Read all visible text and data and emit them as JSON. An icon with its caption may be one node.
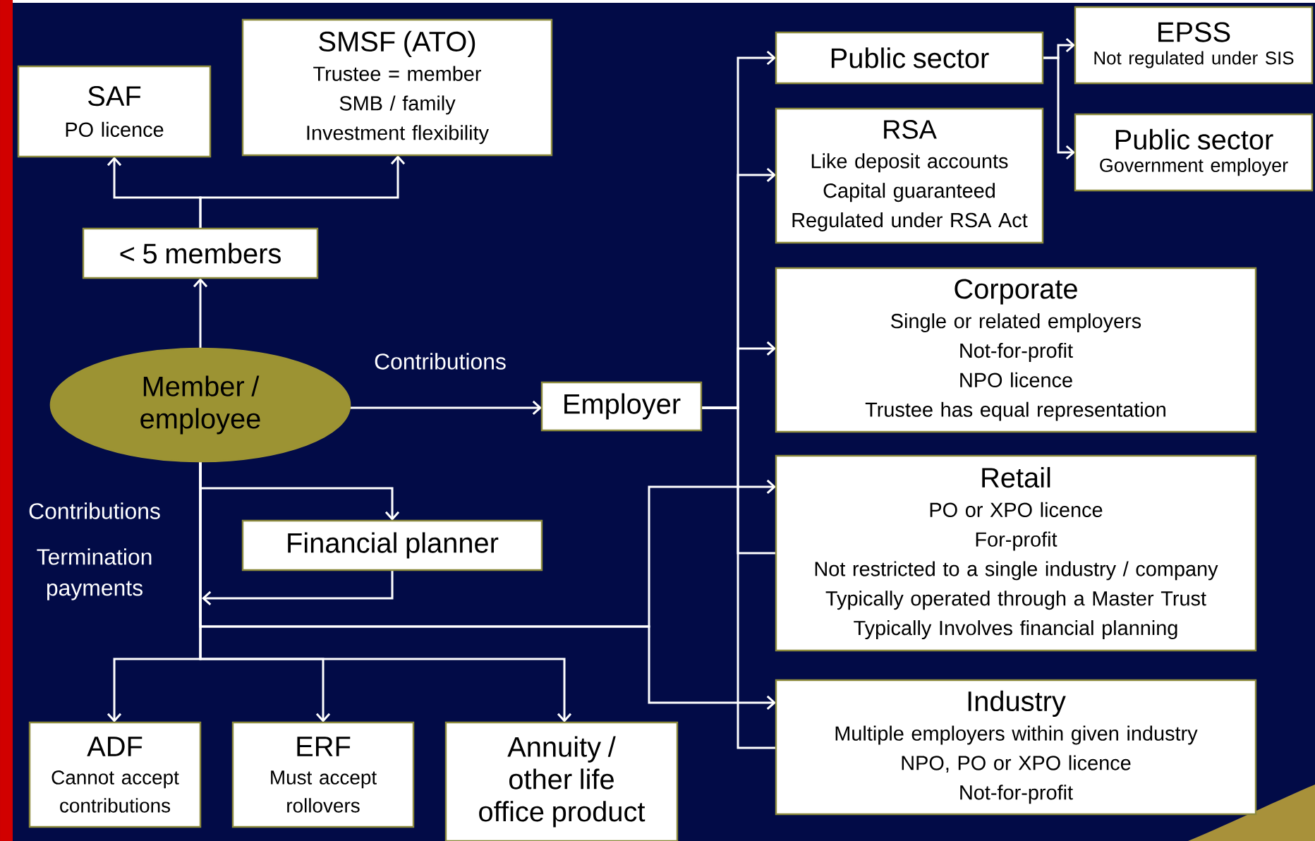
{
  "diagram": {
    "nodes": [
      {
        "text": [
          "SAF",
          "PO licence"
        ]
      },
      {
        "text": [
          "SMSF (ATO)",
          "Trustee = member",
          "SMB / family",
          "Investment flexibility"
        ]
      },
      {
        "text": [
          "< 5 members"
        ]
      },
      {
        "text": [
          "Member / employee"
        ]
      },
      {
        "text": [
          "Employer"
        ]
      },
      {
        "text": [
          "Public sector"
        ]
      },
      {
        "text": [
          "EPSS",
          "Not regulated under SIS"
        ]
      },
      {
        "text": [
          "Public sector",
          "Government employer"
        ]
      },
      {
        "text": [
          "RSA",
          "Like deposit accounts",
          "Capital guaranteed",
          "Regulated under RSA Act"
        ]
      },
      {
        "text": [
          "Corporate",
          "Single or related employers",
          "Not-for-profit",
          "NPO licence",
          "Trustee has equal representation"
        ]
      },
      {
        "text": [
          "Retail",
          "PO or XPO licence",
          "For-profit",
          "Not restricted to a single industry / company",
          "Typically operated through a Master Trust",
          "Typically Involves financial planning"
        ]
      },
      {
        "text": [
          "Industry",
          "Multiple employers within given industry",
          "NPO, PO or XPO licence",
          "Not-for-profit"
        ]
      },
      {
        "text": [
          "Financial planner"
        ]
      },
      {
        "text": [
          "ADF",
          "Cannot accept contributions"
        ]
      },
      {
        "text": [
          "ERF",
          "Must accept rollovers"
        ]
      },
      {
        "text": [
          "Annuity / other life office product"
        ]
      }
    ],
    "edges": [
      {
        "from": 3,
        "to": 2,
        "arrow": "to"
      },
      {
        "from": 2,
        "to": 0,
        "arrow": "to"
      },
      {
        "from": 2,
        "to": 1,
        "arrow": "to"
      },
      {
        "from": 3,
        "to": 4,
        "arrow": "to",
        "label": "Contributions"
      },
      {
        "from": 4,
        "to": 5,
        "arrow": "to"
      },
      {
        "from": 4,
        "to": 8,
        "arrow": "to"
      },
      {
        "from": 4,
        "to": 9,
        "arrow": "to"
      },
      {
        "from": 4,
        "to": 10,
        "arrow": "none"
      },
      {
        "from": 4,
        "to": 11,
        "arrow": "none"
      },
      {
        "from": 5,
        "to": 6,
        "arrow": "to"
      },
      {
        "from": 5,
        "to": 7,
        "arrow": "to"
      },
      {
        "from": 3,
        "to": 12,
        "arrow": "to"
      },
      {
        "from": 12,
        "to": null,
        "arrow": "to"
      },
      {
        "from": 3,
        "to": 10,
        "arrow": "to"
      },
      {
        "from": 3,
        "to": 11,
        "arrow": "to"
      },
      {
        "from": 3,
        "to": 13,
        "arrow": "to"
      },
      {
        "from": 3,
        "to": 14,
        "arrow": "to"
      },
      {
        "from": 3,
        "to": 15,
        "arrow": "to"
      }
    ],
    "labels": [
      "Contributions",
      "Termination payments"
    ]
  }
}
